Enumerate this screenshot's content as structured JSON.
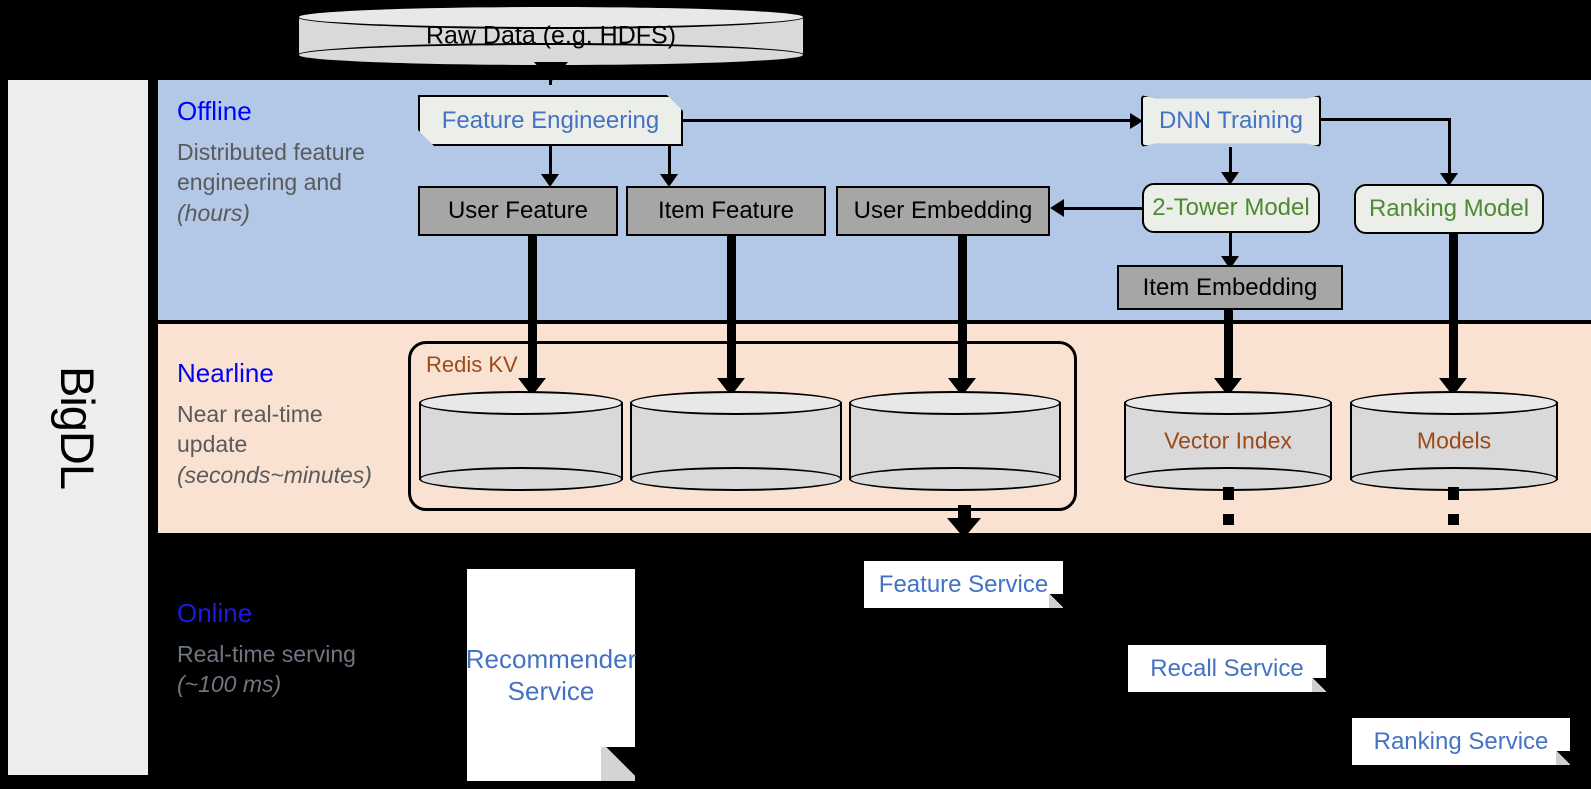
{
  "sidebar": {
    "label": "BigDL"
  },
  "stages": [
    {
      "key": "offline",
      "title": "Offline",
      "desc": "Distributed feature engineering and ",
      "desc_em": "(hours)"
    },
    {
      "key": "nearline",
      "title": "Nearline",
      "desc": "Near real-time update ",
      "desc_em": "(seconds~minutes)"
    },
    {
      "key": "online",
      "title": "Online",
      "desc": "Real-time serving ",
      "desc_em": "(~100 ms)"
    }
  ],
  "source": {
    "label": "Raw Data (e.g. HDFS)"
  },
  "offline": {
    "feature_engineering": "Feature Engineering",
    "dnn_training": "DNN Training",
    "user_feature": "User Feature",
    "item_feature": "Item Feature",
    "user_embedding": "User Embedding",
    "two_tower_model": "2-Tower Model",
    "ranking_model": "Ranking Model",
    "item_embedding": "Item Embedding"
  },
  "nearline": {
    "redis_label": "Redis KV",
    "stores": [
      "",
      "",
      ""
    ],
    "vector_index": "Vector Index",
    "models": "Models"
  },
  "online": {
    "recommender_service": "Recommender Service",
    "feature_service": "Feature Service",
    "recall_service": "Recall Service",
    "ranking_service": "Ranking Service"
  },
  "colors": {
    "offline_band": "#b3c8e6",
    "nearline_band": "#fae2d2",
    "online_band": "#000000",
    "stage_title": "#0000ff",
    "stage_desc": "#5a5a5a",
    "process_text": "#4472c4",
    "model_text": "#4f8a33",
    "store_text": "#9c4a1a",
    "data_box": "#a6a6a6",
    "service_text": "#4472c4"
  }
}
